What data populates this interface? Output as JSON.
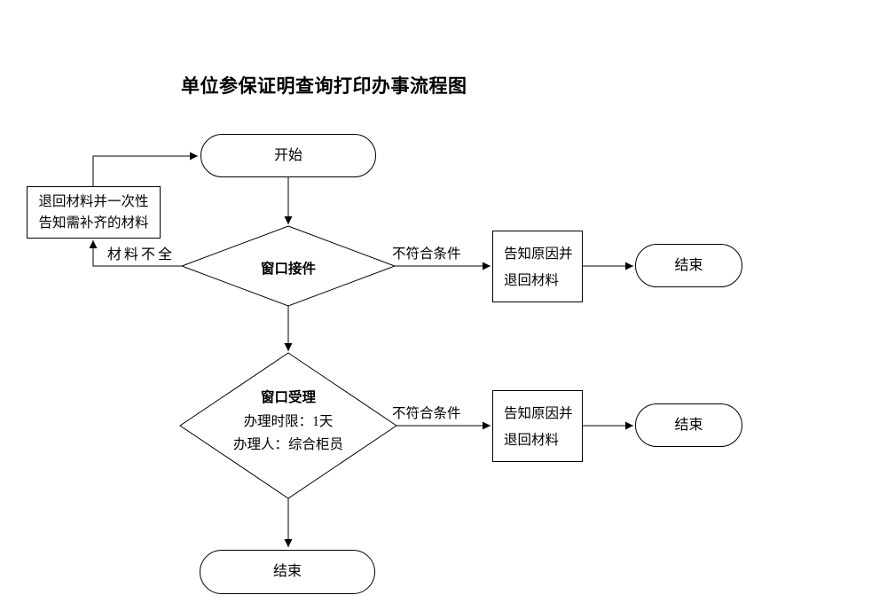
{
  "title": "单位参保证明查询打印办事流程图",
  "nodes": {
    "start": {
      "label": "开始"
    },
    "return_materials": {
      "line1": "退回材料并一次性",
      "line2": "告知需补齐的材料"
    },
    "window_receive": {
      "label": "窗口接件"
    },
    "notify_reason_1": {
      "line1": "告知原因并",
      "line2": "退回材料"
    },
    "end_1": {
      "label": "结束"
    },
    "window_accept": {
      "heading": "窗口受理",
      "line1": "办理时限：1天",
      "line2": "办理人：综合柜员"
    },
    "notify_reason_2": {
      "line1": "告知原因并",
      "line2": "退回材料"
    },
    "end_2": {
      "label": "结束"
    },
    "end_final": {
      "label": "结束"
    }
  },
  "edge_labels": {
    "materials_incomplete": "材料不全",
    "not_meet_conditions_1": "不符合条件",
    "not_meet_conditions_2": "不符合条件"
  },
  "colors": {
    "line": "#000000",
    "text": "#000000",
    "background": "#ffffff"
  }
}
